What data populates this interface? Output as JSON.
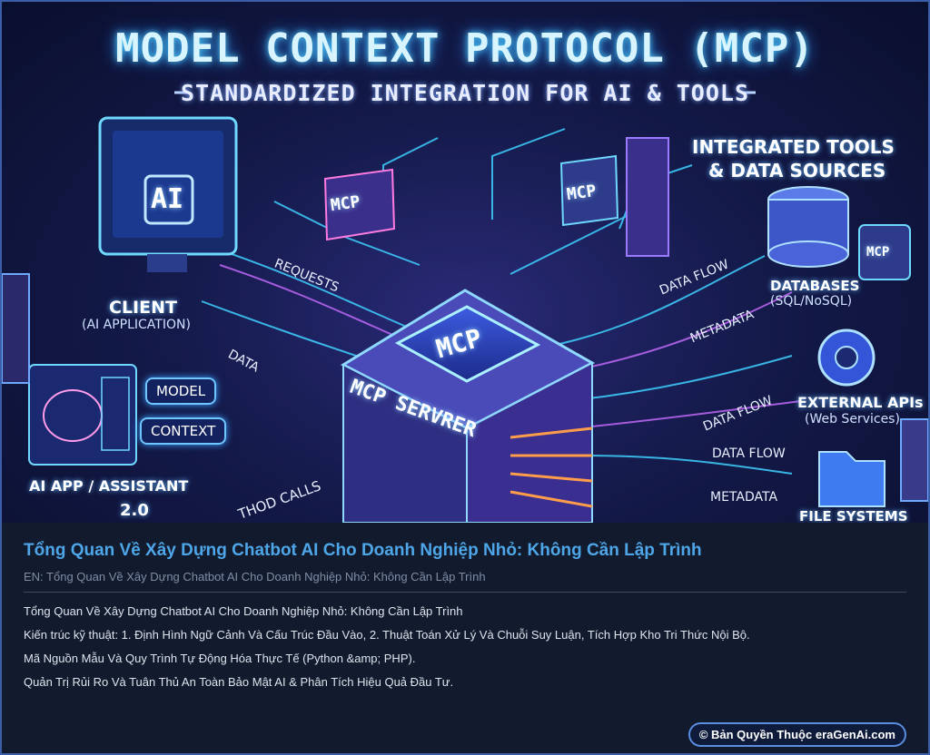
{
  "hero": {
    "title": "MODEL CONTEXT PROTOCOL (MCP)",
    "subtitle": "STANDARDIZED INTEGRATION FOR AI & TOOLS",
    "labels": {
      "client": "CLIENT",
      "client_sub": "(AI APPLICATION)",
      "ai": "AI",
      "requests": "REQUESTS",
      "data": "DATA",
      "model": "MODEL",
      "context": "CONTEXT",
      "ai_app": "AI APP / ASSISTANT",
      "method_calls": "THOD CALLS",
      "version": "2.0",
      "mcp": "MCP",
      "mcp_server": "MCP SERVRER",
      "integrated": "INTEGRATED TOOLS",
      "integrated2": "& DATA SOURCES",
      "data_flow": "DATA FLOW",
      "metadata": "METADATA",
      "databases": "DATABASES",
      "databases_sub": "(SQL/NoSQL)",
      "external_apis": "EXTERNAL APIs",
      "external_apis_sub": "(Web Services)",
      "file_systems": "FILE SYSTEMS"
    }
  },
  "info": {
    "title": "Tổng Quan Về Xây Dựng Chatbot AI Cho Doanh Nghiệp Nhỏ: Không Cần Lập Trình",
    "en": "EN: Tổng Quan Về Xây Dựng Chatbot AI Cho Doanh Nghiệp Nhỏ: Không Cần Lập Trình",
    "lines": [
      "Tổng Quan Về Xây Dựng Chatbot AI Cho Doanh Nghiệp Nhỏ: Không Cần Lập Trình",
      "Kiến trúc kỹ thuật: 1. Định Hình Ngữ Cảnh Và Cấu Trúc Đầu Vào, 2. Thuật Toán Xử Lý Và Chuỗi Suy Luận, Tích Hợp Kho Tri Thức Nội Bộ.",
      "Mã Nguồn Mẫu Và Quy Trình Tự Động Hóa Thực Tế (Python &amp; PHP).",
      "Quản Trị Rủi Ro Và Tuân Thủ An Toàn Bảo Mật AI & Phân Tích Hiệu Quả Đầu Tư."
    ],
    "copyright": "© Bản Quyền Thuộc eraGenAi.com"
  }
}
